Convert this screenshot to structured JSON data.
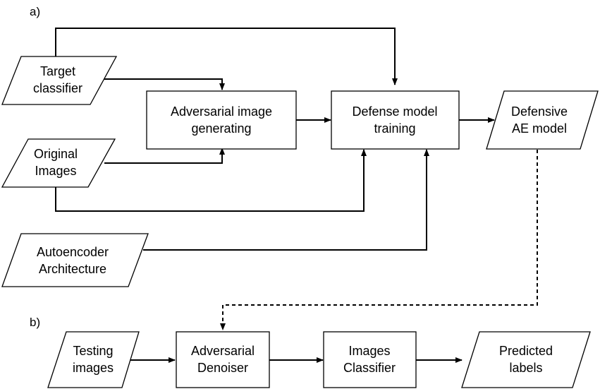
{
  "panel_a": {
    "label": "a)",
    "target_classifier": {
      "line1": "Target",
      "line2": "classifier"
    },
    "original_images": {
      "line1": "Original",
      "line2": "Images"
    },
    "autoencoder_architecture": {
      "line1": "Autoencoder",
      "line2": "Architecture"
    },
    "adversarial_image_generating": {
      "line1": "Adversarial image",
      "line2": "generating"
    },
    "defense_model_training": {
      "line1": "Defense model",
      "line2": "training"
    },
    "defensive_ae_model": {
      "line1": "Defensive",
      "line2": "AE model"
    }
  },
  "panel_b": {
    "label": "b)",
    "testing_images": {
      "line1": "Testing",
      "line2": "images"
    },
    "adversarial_denoiser": {
      "line1": "Adversarial",
      "line2": "Denoiser"
    },
    "images_classifier": {
      "line1": "Images",
      "line2": "Classifier"
    },
    "predicted_labels": {
      "line1": "Predicted",
      "line2": "labels"
    }
  }
}
